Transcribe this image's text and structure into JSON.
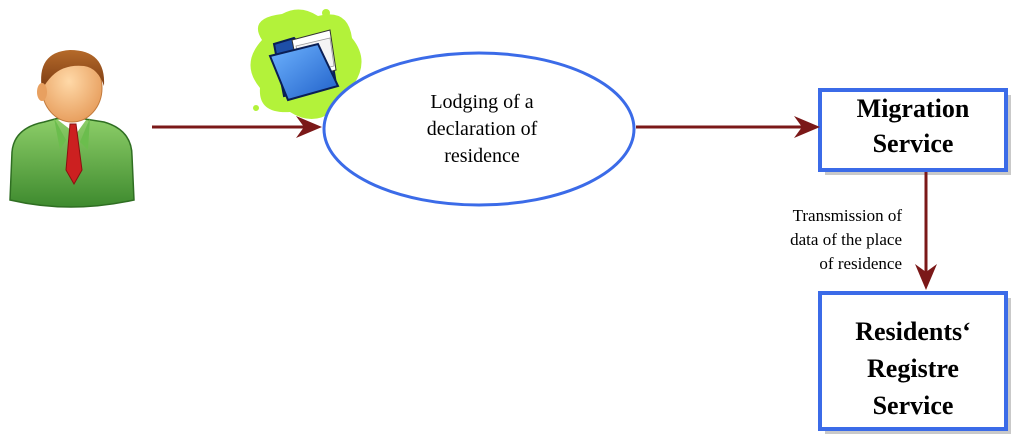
{
  "nodes": {
    "declaration": {
      "lines": [
        "Lodging of a",
        "declaration of",
        "residence"
      ]
    },
    "migration_service": {
      "lines": [
        "Migration",
        "Service"
      ]
    },
    "residents_registre": {
      "lines": [
        "Residents‘",
        "Registre",
        "Service"
      ]
    }
  },
  "edges": {
    "transmission": {
      "lines": [
        "Transmission of",
        "data of the place",
        "of residence"
      ]
    }
  },
  "icons": [
    "person-icon",
    "folder-icon"
  ],
  "colors": {
    "arrow": "#7b1818",
    "ellipse_border": "#3b6be8",
    "box_border": "#3b6be8",
    "folder_splash": "#b3f23a",
    "folder": "#3d8de8",
    "person_suit": "#5aaa44",
    "person_tie": "#cc2020"
  }
}
